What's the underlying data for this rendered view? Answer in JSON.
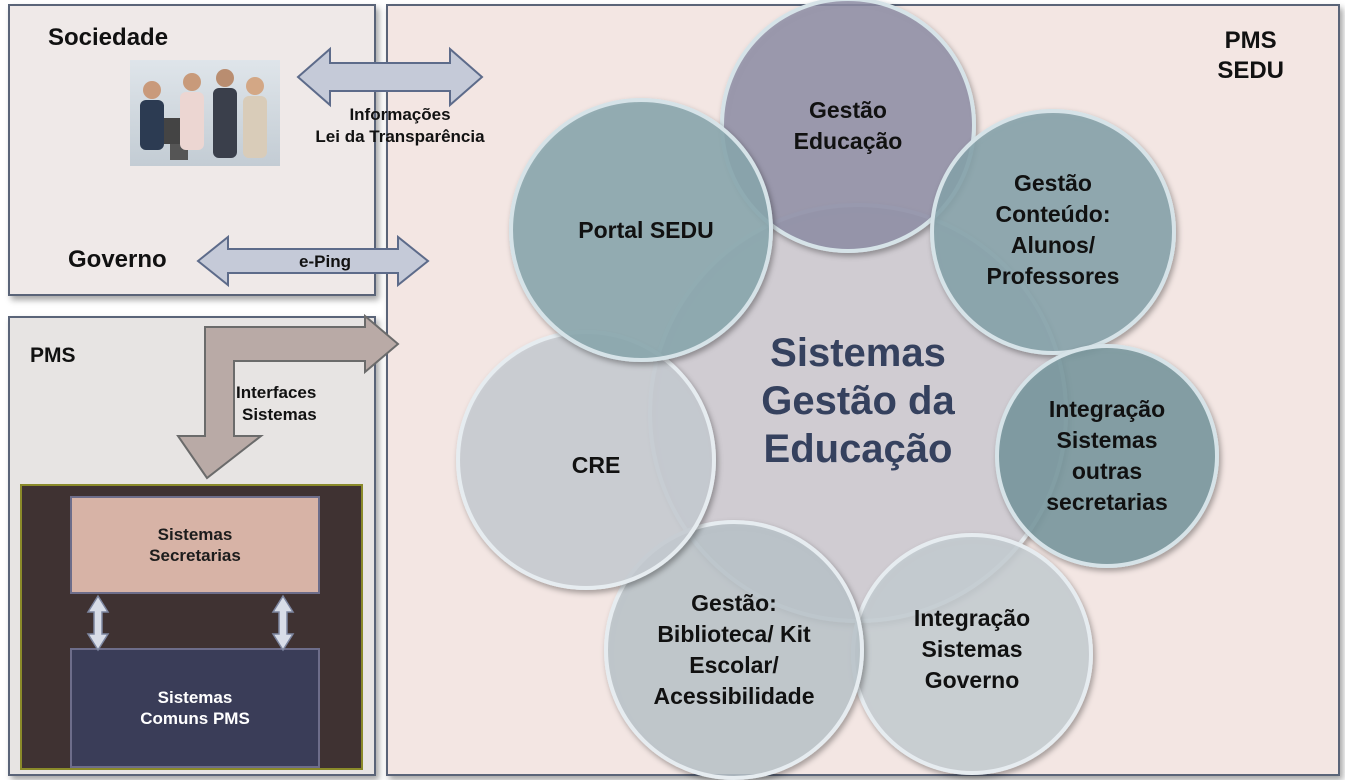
{
  "left_top": {
    "sociedade": "Sociedade",
    "governo": "Governo",
    "info_line1": "Informações",
    "info_line2": "Lei da Transparência",
    "eping": "e-Ping"
  },
  "pms_panel": {
    "title": "PMS",
    "interfaces_line1": "Interfaces",
    "interfaces_line2": "Sistemas",
    "box_secretarias_line1": "Sistemas",
    "box_secretarias_line2": "Secretarias",
    "box_comuns_line1": "Sistemas",
    "box_comuns_line2": "Comuns PMS"
  },
  "sedu_panel": {
    "title_line1": "PMS",
    "title_line2": "SEDU",
    "center_line1": "Sistemas",
    "center_line2": "Gestão da",
    "center_line3": "Educação",
    "circles": [
      {
        "lines": [
          "Gestão",
          "Educação"
        ],
        "color": "#8e8fa8"
      },
      {
        "lines": [
          "Gestão",
          "Conteúdo:",
          "Alunos/",
          "Professores"
        ],
        "color": "#86a3ab"
      },
      {
        "lines": [
          "Integração",
          "Sistemas",
          "outras",
          "secretarias"
        ],
        "color": "#78989f"
      },
      {
        "lines": [
          "Integração",
          "Sistemas",
          "Governo"
        ],
        "color": "#c7cfd5"
      },
      {
        "lines": [
          "Gestão:",
          "Biblioteca/ Kit",
          "Escolar/",
          "Acessibilidade"
        ],
        "color": "#bcc6cc"
      },
      {
        "lines": [
          "CRE"
        ],
        "color": "#c8ced4"
      },
      {
        "lines": [
          "Portal SEDU"
        ],
        "color": "#8aa8af"
      }
    ]
  }
}
